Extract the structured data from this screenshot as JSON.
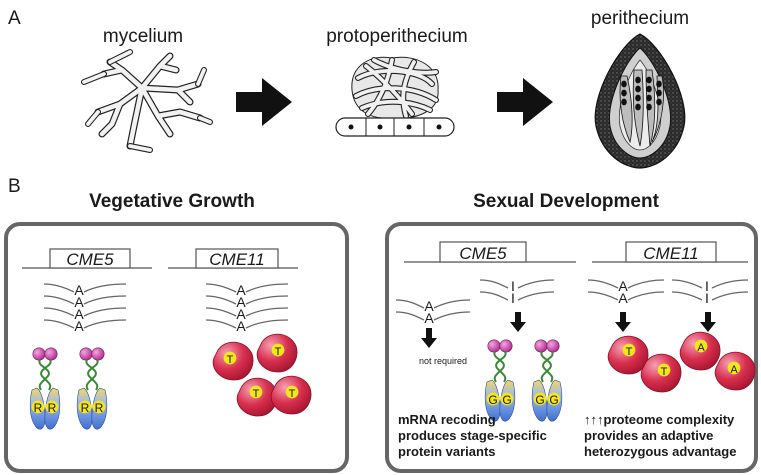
{
  "panel_a": {
    "label": "A",
    "stages": [
      {
        "name": "mycelium"
      },
      {
        "name": "protoperithecium"
      },
      {
        "name": "perithecium"
      }
    ]
  },
  "panel_b": {
    "label": "B",
    "vegetative": {
      "title": "Vegetative Growth",
      "cme5": {
        "gene": "CME5",
        "transcript_letter": "A",
        "transcript_count": 4,
        "protein_residues": [
          "R",
          "R",
          "R",
          "R"
        ]
      },
      "cme11": {
        "gene": "CME11",
        "transcript_letter": "A",
        "transcript_count": 4,
        "protein_residues": [
          "T",
          "T",
          "T",
          "T"
        ]
      }
    },
    "sexual": {
      "title": "Sexual Development",
      "cme5": {
        "gene": "CME5",
        "unedited_letter": "A",
        "edited_letter": "I",
        "not_required_label": "not required",
        "protein_residues": [
          "G",
          "G",
          "G",
          "G"
        ]
      },
      "cme11": {
        "gene": "CME11",
        "unedited_letter": "A",
        "edited_letter": "I",
        "protein_residues": [
          "T",
          "T",
          "A",
          "A"
        ]
      },
      "caption_left": [
        "mRNA recoding",
        "produces stage-specific",
        "protein variants"
      ],
      "caption_right": [
        "↑↑↑proteome complexity",
        "provides an adaptive",
        "heterozygous advantage"
      ]
    }
  },
  "colors": {
    "panel_border": "#666666",
    "protein_red": "#d8304f",
    "protein_blue": "#4f7fd6",
    "protein_magenta": "#c0309a",
    "linker_green": "#3a8a3a",
    "residue_yellow": "#f5e61a"
  }
}
